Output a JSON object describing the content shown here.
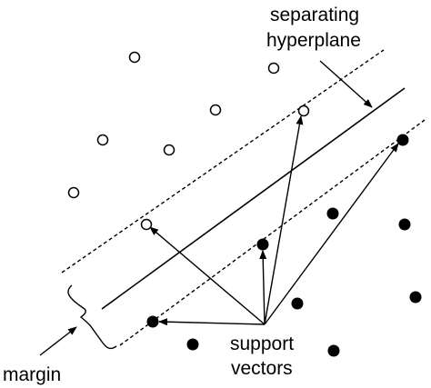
{
  "labels": {
    "separating_line1": "separating",
    "separating_line2": "hyperplane",
    "support_line1": "support",
    "support_line2": "vectors",
    "margin": "margin"
  },
  "colors": {
    "ink": "#000000",
    "background": "#ffffff"
  }
}
